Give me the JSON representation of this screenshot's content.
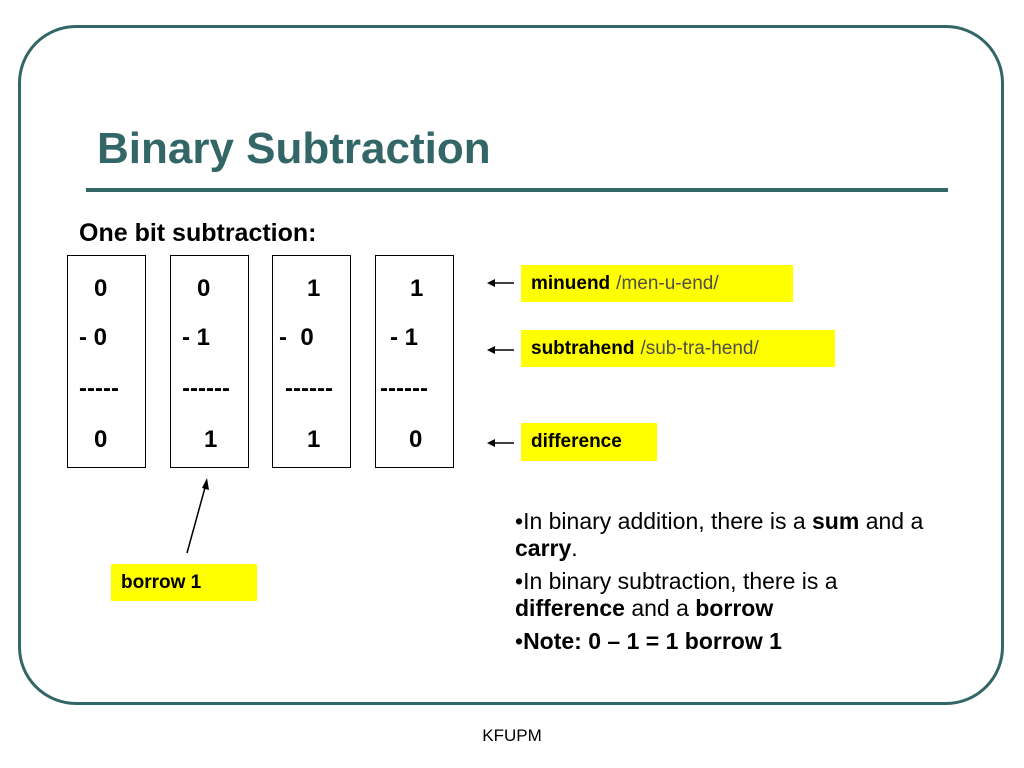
{
  "slide": {
    "title": "Binary Subtraction",
    "subheading": "One bit subtraction:",
    "footer": "KFUPM"
  },
  "columns": [
    {
      "minuend": "0",
      "subtrahend": "- 0",
      "rule": "-----",
      "result": "0"
    },
    {
      "minuend": "0",
      "subtrahend": "- 1",
      "rule": "------",
      "result": "1"
    },
    {
      "minuend": "1",
      "subtrahend": "-  0",
      "rule": "------",
      "result": "1"
    },
    {
      "minuend": "1",
      "subtrahend": "- 1",
      "rule": "------",
      "result": "0"
    }
  ],
  "labels": {
    "minuend": {
      "term": "minuend",
      "pronunciation": "/men-u-end/"
    },
    "subtrahend": {
      "term": "subtrahend",
      "pronunciation": "/sub-tra-hend/"
    },
    "difference": {
      "term": "difference"
    },
    "borrow": {
      "term": "borrow 1"
    }
  },
  "bullets": [
    {
      "marker": "•",
      "p1": "In binary addition, there is a ",
      "b1": "sum",
      "p2": " and a ",
      "b2": "carry",
      "p3": "."
    },
    {
      "marker": "•",
      "p1": "In binary subtraction, there is a ",
      "b1": "difference",
      "p2": " and a ",
      "b2": "borrow",
      "p3": ""
    },
    {
      "marker": "•",
      "b1": "Note: 0 – 1 = 1 borrow 1"
    }
  ],
  "colors": {
    "theme": "#336666",
    "highlight": "#ffff00",
    "pronunciation": "#4d4d4d"
  }
}
